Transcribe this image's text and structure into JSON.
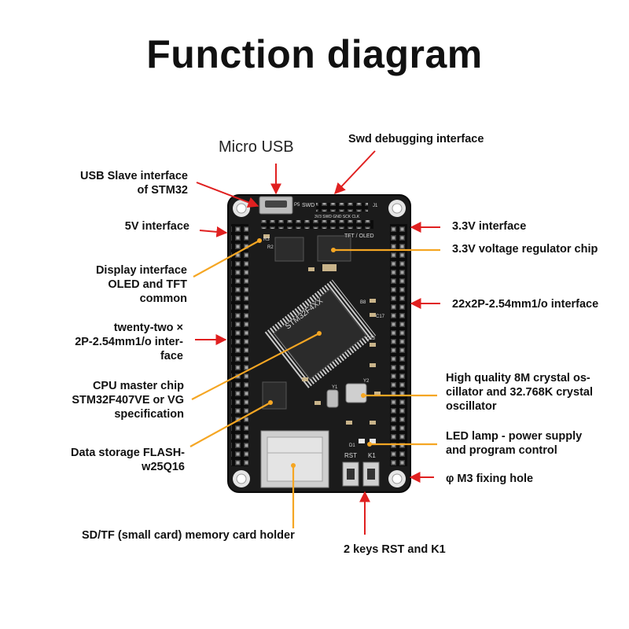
{
  "title": "Function diagram",
  "micro_usb": "Micro USB",
  "board": {
    "chip_marking": "STM32F4XX",
    "silk_tft_oled": "TFT / OLED",
    "silk_swd": "SWD",
    "silk_swd_pins": "3V3 SWD GND SCK CLK",
    "silk_rst": "RST",
    "silk_k1": "K1",
    "silk_d1": "D1",
    "silk_j1": "J1",
    "silk_y1": "Y1",
    "silk_y2": "Y2",
    "silk_p5": "P5",
    "silk_r2": "R2",
    "silk_r3": "R3",
    "silk_b8": "B8",
    "silk_c17": "C17",
    "silk_c23": "C23"
  },
  "labels": {
    "swd": "Swd debugging interface",
    "usb_slave": [
      "USB Slave interface",
      "of STM32"
    ],
    "v5": "5V interface",
    "v33": "3.3V interface",
    "regulator": "3.3V voltage regulator chip",
    "display": [
      "Display interface",
      "OLED and TFT",
      "common"
    ],
    "header_right": "22x2P-2.54mm1/o interface",
    "header_left": [
      "twenty-two ×",
      "2P-2.54mm1/o inter-",
      "face"
    ],
    "cpu": [
      "CPU master chip",
      "STM32F407VE or VG",
      "specification"
    ],
    "crystal": [
      "High quality 8M crystal os-",
      "cillator and 32.768K crystal",
      "oscillator"
    ],
    "flash": [
      "Data storage FLASH-",
      "w25Q16"
    ],
    "led": [
      "LED lamp - power supply",
      "and program control"
    ],
    "m3": "φ M3 fixing hole",
    "sd": "SD/TF (small card) memory card holder",
    "keys": "2 keys RST and K1"
  },
  "colors": {
    "red_arrow": "#e02020",
    "orange_line": "#f5a623",
    "board": "#1b1b1b"
  }
}
